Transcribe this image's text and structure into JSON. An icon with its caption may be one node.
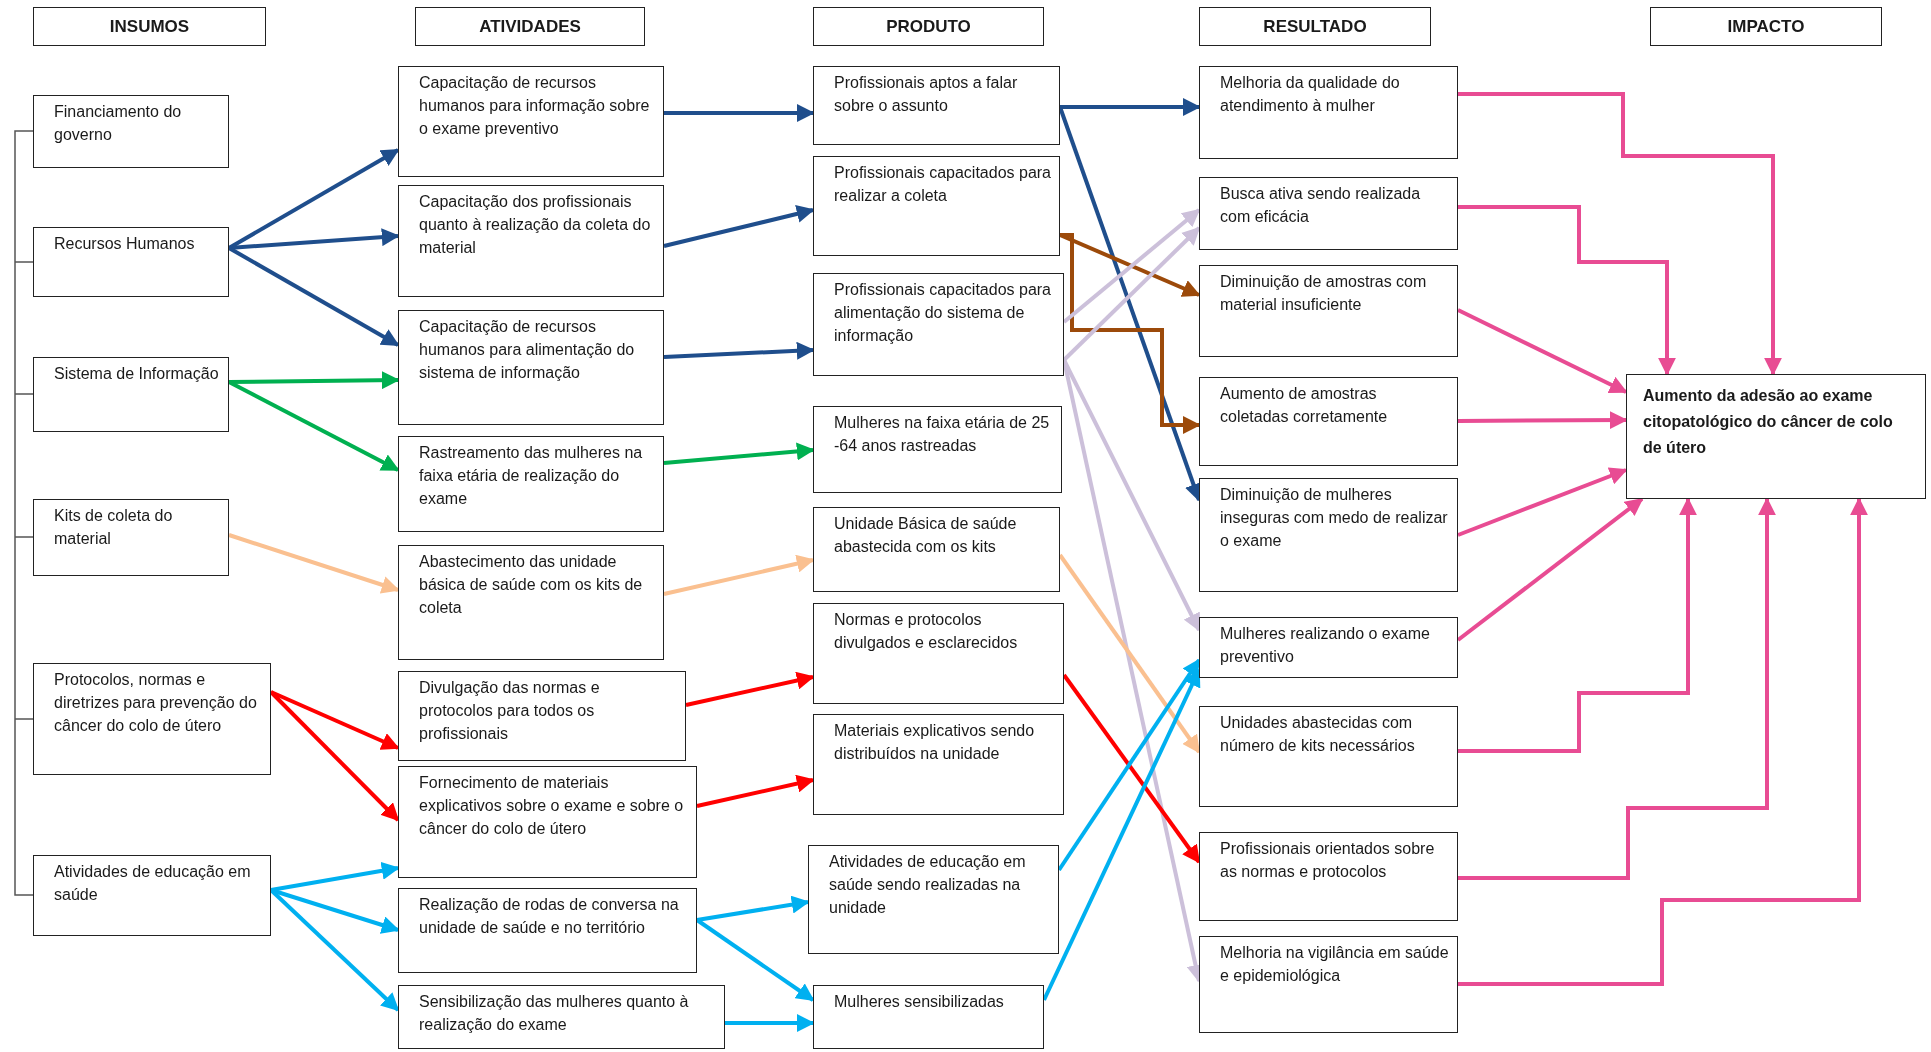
{
  "diagram": {
    "nodes": [
      {
        "text": [
          "INSUMOS"
        ]
      },
      {
        "text": [
          "ATIVIDADES"
        ]
      },
      {
        "text": [
          "PRODUTO"
        ]
      },
      {
        "text": [
          "RESULTADO"
        ]
      },
      {
        "text": [
          "IMPACTO"
        ]
      },
      {
        "text": [
          "Financiamento do governo"
        ]
      },
      {
        "text": [
          "Recursos Humanos"
        ]
      },
      {
        "text": [
          "Sistema de Informação"
        ]
      },
      {
        "text": [
          "Kits de coleta do material"
        ]
      },
      {
        "text": [
          "Protocolos, normas e diretrizes para prevenção do câncer do colo de útero"
        ]
      },
      {
        "text": [
          "Atividades de educação em saúde"
        ]
      },
      {
        "text": [
          "Capacitação de recursos humanos para informação sobre o exame preventivo"
        ]
      },
      {
        "text": [
          "Capacitação dos profissionais quanto à realização da coleta do material"
        ]
      },
      {
        "text": [
          "Capacitação de recursos humanos para alimentação do sistema de informação"
        ]
      },
      {
        "text": [
          "Rastreamento das mulheres na faixa etária de realização do exame"
        ]
      },
      {
        "text": [
          "Abastecimento das unidade básica de saúde com os kits de coleta"
        ]
      },
      {
        "text": [
          "Divulgação das normas e protocolos para todos os profissionais"
        ]
      },
      {
        "text": [
          "Fornecimento de materiais explicativos sobre o exame e sobre o câncer do colo de útero"
        ]
      },
      {
        "text": [
          "Realização de rodas de conversa na unidade de saúde e no território"
        ]
      },
      {
        "text": [
          "Sensibilização das mulheres quanto à realização do exame"
        ]
      },
      {
        "text": [
          "Profissionais aptos a falar sobre o assunto"
        ]
      },
      {
        "text": [
          "Profissionais capacitados para realizar a coleta"
        ]
      },
      {
        "text": [
          "Profissionais capacitados para alimentação do sistema de informação"
        ]
      },
      {
        "text": [
          "Mulheres na faixa etária de 25 -64 anos rastreadas"
        ]
      },
      {
        "text": [
          "Unidade Básica de saúde abastecida com os kits"
        ]
      },
      {
        "text": [
          "Normas e protocolos divulgados e esclarecidos"
        ]
      },
      {
        "text": [
          "Materiais explicativos sendo distribuídos na unidade"
        ]
      },
      {
        "text": [
          "Atividades de educação em saúde sendo realizadas na unidade"
        ]
      },
      {
        "text": [
          "Mulheres sensibilizadas"
        ]
      },
      {
        "text": [
          "Melhoria da qualidade do atendimento à mulher"
        ]
      },
      {
        "text": [
          "Busca ativa sendo realizada com eficácia"
        ]
      },
      {
        "text": [
          "Diminuição de amostras com material insuficiente"
        ]
      },
      {
        "text": [
          "Aumento de amostras coletadas corretamente"
        ]
      },
      {
        "text": [
          "Diminuição de mulheres inseguras com medo de realizar o exame"
        ]
      },
      {
        "text": [
          "Mulheres realizando o exame preventivo"
        ]
      },
      {
        "text": [
          "Unidades abastecidas com número de kits necessários"
        ]
      },
      {
        "text": [
          "Profissionais orientados sobre as normas e protocolos"
        ]
      },
      {
        "text": [
          "Melhoria na vigilância em saúde e epidemiológica"
        ]
      },
      {
        "text": [
          "Aumento da adesão ao exame citopatológico do câncer de colo de útero"
        ]
      }
    ],
    "edges": [
      {
        "from": 6,
        "to": 11,
        "arrow": "to",
        "color": "#1f4e8c"
      },
      {
        "from": 6,
        "to": 12,
        "arrow": "to",
        "color": "#1f4e8c"
      },
      {
        "from": 6,
        "to": 13,
        "arrow": "to",
        "color": "#1f4e8c"
      },
      {
        "from": 7,
        "to": 13,
        "arrow": "to",
        "color": "#00b050"
      },
      {
        "from": 7,
        "to": 14,
        "arrow": "to",
        "color": "#00b050"
      },
      {
        "from": 8,
        "to": 15,
        "arrow": "to",
        "color": "#fac090"
      },
      {
        "from": 9,
        "to": 16,
        "arrow": "to",
        "color": "#ff0000"
      },
      {
        "from": 9,
        "to": 17,
        "arrow": "to",
        "color": "#ff0000"
      },
      {
        "from": 10,
        "to": 17,
        "arrow": "to",
        "color": "#00b0f0"
      },
      {
        "from": 10,
        "to": 18,
        "arrow": "to",
        "color": "#00b0f0"
      },
      {
        "from": 10,
        "to": 19,
        "arrow": "to",
        "color": "#00b0f0"
      },
      {
        "from": 11,
        "to": 20,
        "arrow": "to",
        "color": "#1f4e8c"
      },
      {
        "from": 12,
        "to": 21,
        "arrow": "to",
        "color": "#1f4e8c"
      },
      {
        "from": 13,
        "to": 22,
        "arrow": "to",
        "color": "#1f4e8c"
      },
      {
        "from": 14,
        "to": 23,
        "arrow": "to",
        "color": "#00b050"
      },
      {
        "from": 15,
        "to": 24,
        "arrow": "to",
        "color": "#fac090"
      },
      {
        "from": 16,
        "to": 25,
        "arrow": "to",
        "color": "#ff0000"
      },
      {
        "from": 17,
        "to": 26,
        "arrow": "to",
        "color": "#ff0000"
      },
      {
        "from": 18,
        "to": 27,
        "arrow": "to",
        "color": "#00b0f0"
      },
      {
        "from": 18,
        "to": 28,
        "arrow": "to",
        "color": "#00b0f0"
      },
      {
        "from": 19,
        "to": 28,
        "arrow": "to",
        "color": "#00b0f0"
      },
      {
        "from": 20,
        "to": 29,
        "arrow": "to",
        "color": "#1f4e8c"
      },
      {
        "from": 20,
        "to": 33,
        "arrow": "to",
        "color": "#1f4e8c"
      },
      {
        "from": 21,
        "to": 31,
        "arrow": "to",
        "color": "#9c4a0a"
      },
      {
        "from": 21,
        "to": 32,
        "arrow": "to",
        "color": "#9c4a0a"
      },
      {
        "from": 22,
        "to": 30,
        "arrow": "to",
        "color": "#ccc0da"
      },
      {
        "from": 22,
        "to": 30,
        "arrow": "to",
        "color": "#ccc0da"
      },
      {
        "from": 22,
        "to": 34,
        "arrow": "to",
        "color": "#ccc0da"
      },
      {
        "from": 22,
        "to": 37,
        "arrow": "to",
        "color": "#ccc0da"
      },
      {
        "from": 24,
        "to": 35,
        "arrow": "to",
        "color": "#fac090"
      },
      {
        "from": 25,
        "to": 36,
        "arrow": "to",
        "color": "#ff0000"
      },
      {
        "from": 27,
        "to": 34,
        "arrow": "to",
        "color": "#00b0f0"
      },
      {
        "from": 28,
        "to": 34,
        "arrow": "to",
        "color": "#00b0f0"
      },
      {
        "from": 29,
        "to": 38,
        "arrow": "to",
        "color": "#e84c93"
      },
      {
        "from": 30,
        "to": 38,
        "arrow": "to",
        "color": "#e84c93"
      },
      {
        "from": 31,
        "to": 38,
        "arrow": "to",
        "color": "#e84c93"
      },
      {
        "from": 32,
        "to": 38,
        "arrow": "to",
        "color": "#e84c93"
      },
      {
        "from": 33,
        "to": 38,
        "arrow": "to",
        "color": "#e84c93"
      },
      {
        "from": 34,
        "to": 38,
        "arrow": "to",
        "color": "#e84c93"
      },
      {
        "from": 35,
        "to": 38,
        "arrow": "to",
        "color": "#e84c93"
      },
      {
        "from": 36,
        "to": 38,
        "arrow": "to",
        "color": "#e84c93"
      },
      {
        "from": 37,
        "to": 38,
        "arrow": "to",
        "color": "#e84c93"
      }
    ]
  }
}
